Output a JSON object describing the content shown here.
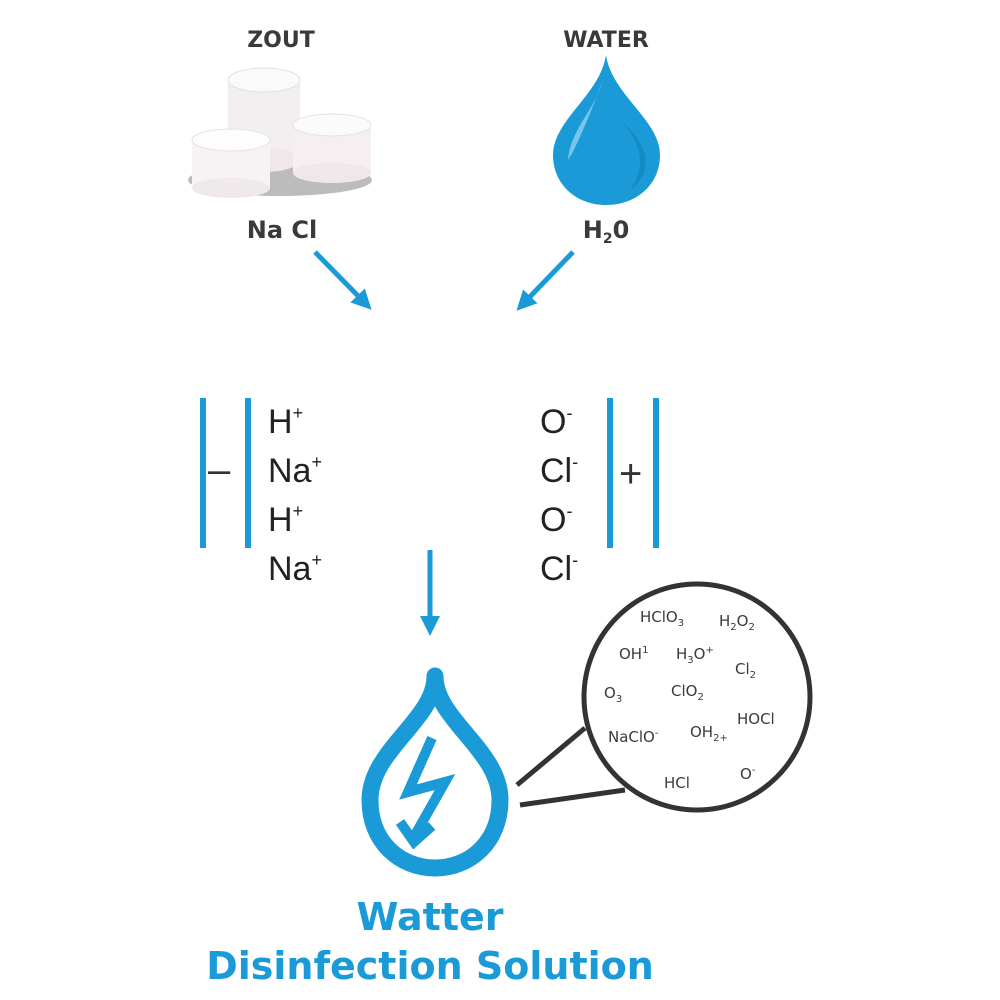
{
  "inputs": [
    {
      "header": "ZOUT",
      "formula": {
        "base": "Na Cl",
        "sub": "",
        "tail": ""
      },
      "icon": "salt-icon"
    },
    {
      "header": "WATER",
      "formula": {
        "base": "H",
        "sub": "2",
        "tail": "0"
      },
      "icon": "water-drop-icon"
    }
  ],
  "electrodes": {
    "negative": {
      "sign": "–",
      "ions": [
        {
          "base": "H",
          "sup": "+"
        },
        {
          "base": "Na",
          "sup": "+"
        },
        {
          "base": "H",
          "sup": "+"
        },
        {
          "base": "Na",
          "sup": "+"
        }
      ]
    },
    "positive": {
      "sign": "+",
      "ions": [
        {
          "base": "O",
          "sup": "-"
        },
        {
          "base": "Cl",
          "sup": "-"
        },
        {
          "base": "O",
          "sup": "-"
        },
        {
          "base": "Cl",
          "sup": "-"
        }
      ]
    }
  },
  "compounds": [
    {
      "base": "HClO",
      "sub": "3",
      "sup": ""
    },
    {
      "base": "H",
      "sub": "2",
      "mid": "O",
      "sub2": "2",
      "sup": ""
    },
    {
      "base": "OH",
      "sub": "",
      "sup": "1"
    },
    {
      "base": "H",
      "sub": "3",
      "mid": "O",
      "sup": "+"
    },
    {
      "base": "Cl",
      "sub": "2",
      "sup": ""
    },
    {
      "base": "O",
      "sub": "3",
      "sup": ""
    },
    {
      "base": "ClO",
      "sub": "2",
      "sup": ""
    },
    {
      "base": "HOCl",
      "sub": "",
      "sup": ""
    },
    {
      "base": "NaClO",
      "sub": "",
      "sup": "-"
    },
    {
      "base": "OH",
      "sub": "2+",
      "sup": ""
    },
    {
      "base": "HCl",
      "sub": "",
      "sup": ""
    },
    {
      "base": "O",
      "sub": "",
      "sup": "-"
    }
  ],
  "result": {
    "line1": "Watter",
    "line2": "Disinfection Solution"
  },
  "colors": {
    "accent": "#1a9ad6",
    "dark": "#333333"
  }
}
